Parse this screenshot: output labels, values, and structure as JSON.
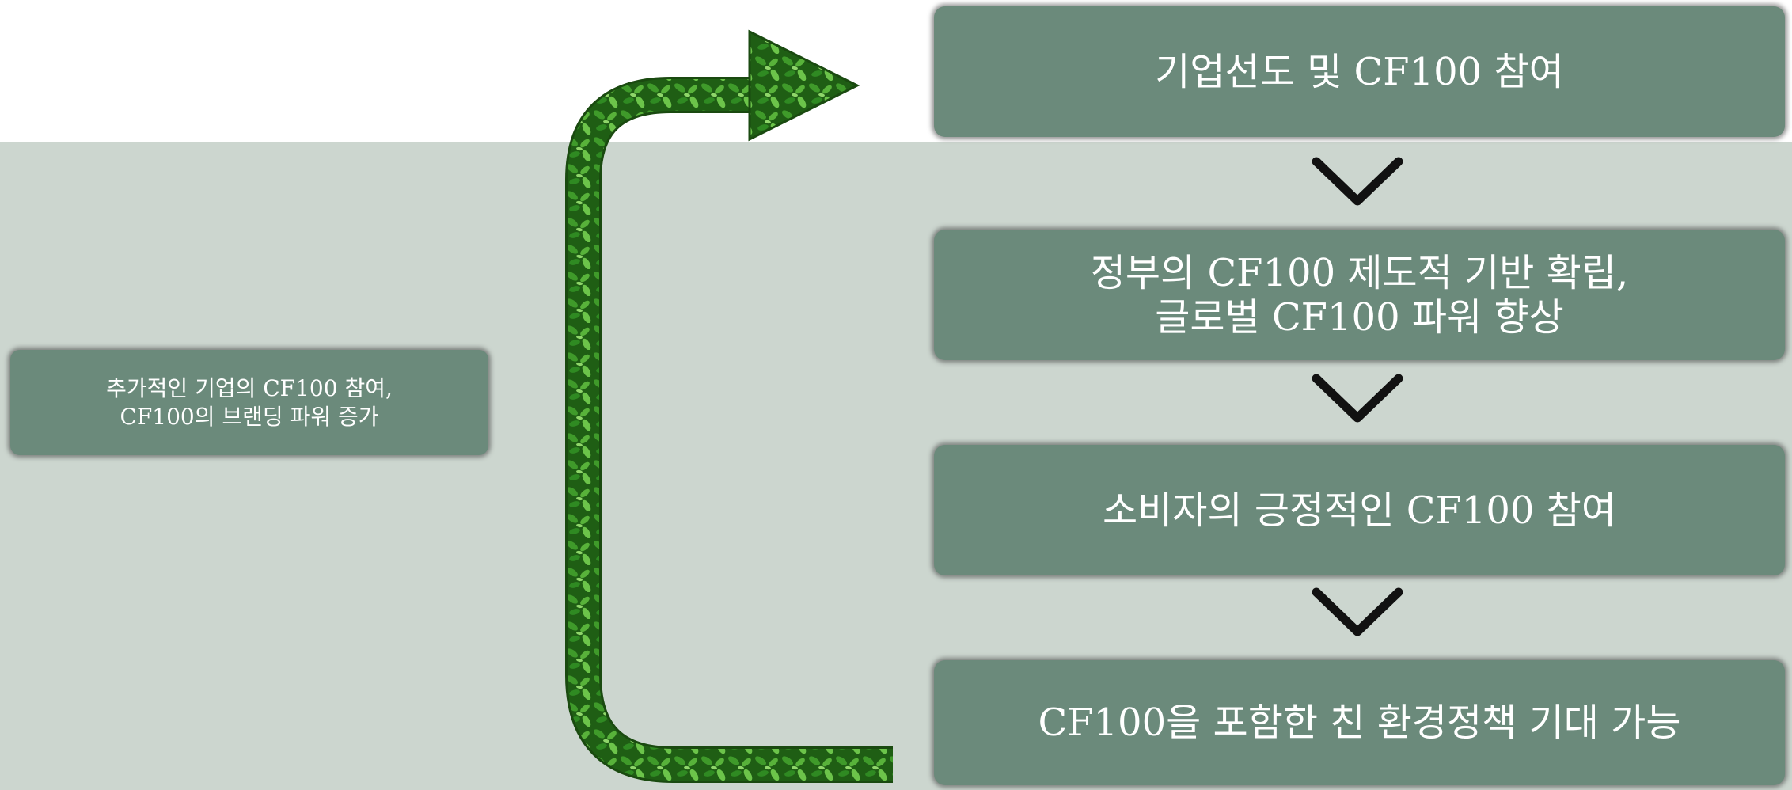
{
  "flow": {
    "steps": [
      "기업선도 및 CF100 참여",
      "정부의 CF100 제도적 기반 확립,\n글로벌 CF100 파워 향상",
      "소비자의 긍정적인 CF100 참여",
      "CF100을 포함한 친 환경정책 기대 가능"
    ],
    "feedback_note": "추가적인 기업의 CF100 참여,\nCF100의 브랜딩 파워 증가"
  },
  "icons": {
    "step_connector": "chevron-down-icon",
    "feedback_arrow": "curved-return-arrow-icon"
  },
  "colors": {
    "box_fill": "#6b8a7b",
    "background_band": "#ccd6cf",
    "arrow_leaf_green": "#2f7a1f",
    "chevron": "#111111"
  }
}
